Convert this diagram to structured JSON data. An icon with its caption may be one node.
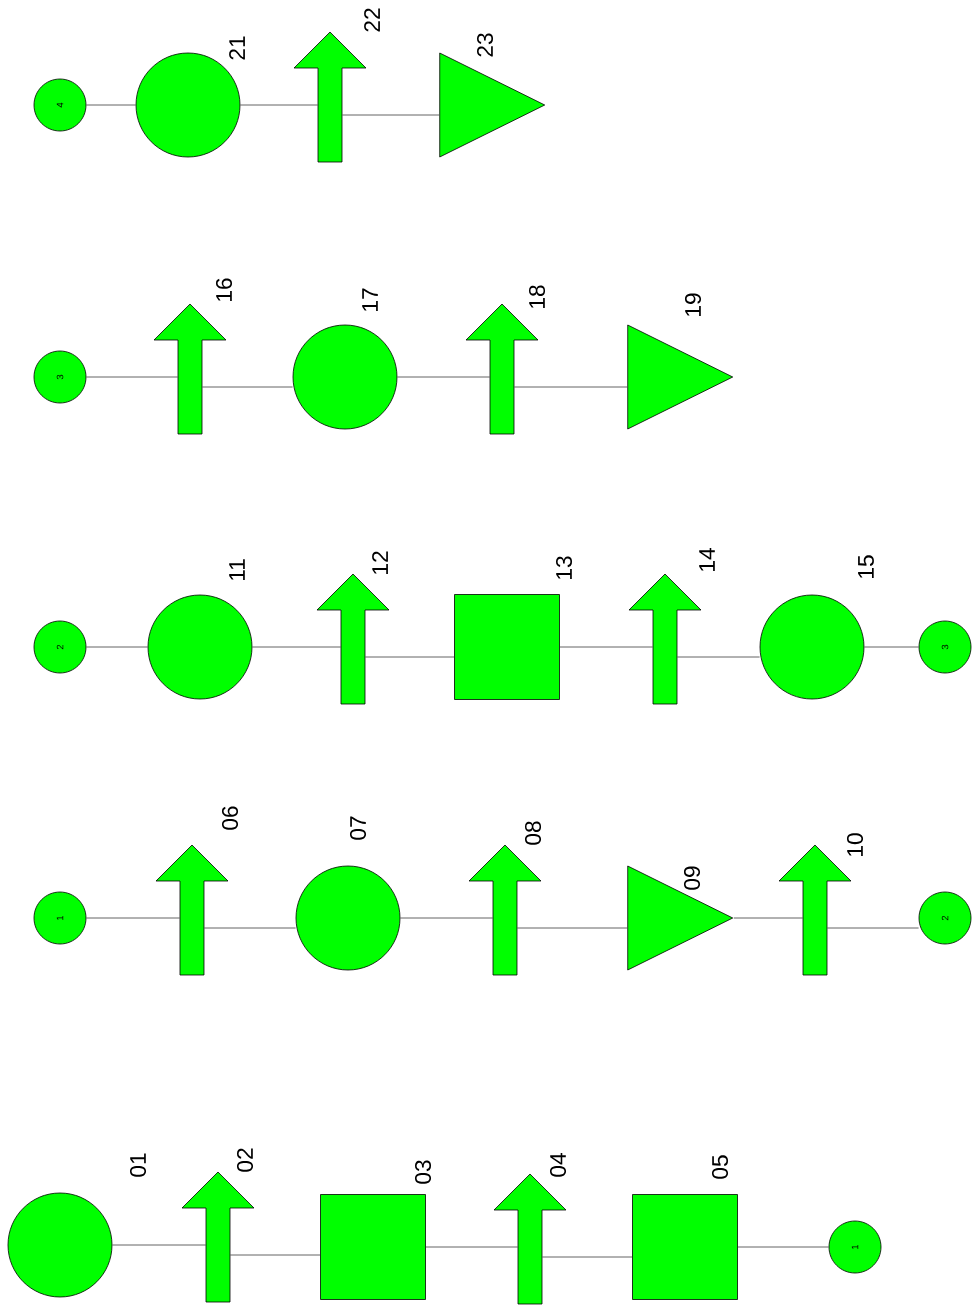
{
  "diagram": {
    "nodes": [
      {
        "text": [],
        "shape": "circle",
        "beside": [
          "01"
        ]
      },
      {
        "text": [],
        "shape": "arrow",
        "beside": [
          "02"
        ]
      },
      {
        "text": [],
        "shape": "box",
        "beside": [
          "03"
        ]
      },
      {
        "text": [],
        "shape": "arrow",
        "beside": [
          "04"
        ]
      },
      {
        "text": [],
        "shape": "box",
        "beside": [
          "05"
        ]
      },
      {
        "text": [
          "1"
        ]
      },
      {
        "text": [
          "1"
        ]
      },
      {
        "text": [],
        "shape": "arrow",
        "beside": [
          "06"
        ]
      },
      {
        "text": [],
        "shape": "circle",
        "beside": [
          "07"
        ]
      },
      {
        "text": [],
        "shape": "arrow",
        "beside": [
          "08"
        ]
      },
      {
        "text": [],
        "shape": "triangle",
        "beside": [
          "09"
        ]
      },
      {
        "text": [],
        "shape": "arrow",
        "beside": [
          "10"
        ]
      },
      {
        "text": [
          "2"
        ]
      },
      {
        "text": [
          "2"
        ]
      },
      {
        "text": [],
        "shape": "circle",
        "beside": [
          "11"
        ]
      },
      {
        "text": [],
        "shape": "arrow",
        "beside": [
          "12"
        ]
      },
      {
        "text": [],
        "shape": "box",
        "beside": [
          "13"
        ]
      },
      {
        "text": [],
        "shape": "arrow",
        "beside": [
          "14"
        ]
      },
      {
        "text": [],
        "shape": "circle",
        "beside": [
          "15"
        ]
      },
      {
        "text": [
          "3"
        ]
      },
      {
        "text": [
          "3"
        ]
      },
      {
        "text": [],
        "shape": "arrow",
        "beside": [
          "16"
        ]
      },
      {
        "text": [],
        "shape": "circle",
        "beside": [
          "17"
        ]
      },
      {
        "text": [],
        "shape": "arrow",
        "beside": [
          "18"
        ]
      },
      {
        "text": [],
        "shape": "triangle",
        "beside": [
          "19"
        ]
      },
      {
        "text": [
          "4"
        ]
      },
      {
        "text": [],
        "shape": "circle",
        "beside": [
          "21"
        ]
      },
      {
        "text": [],
        "shape": "arrow",
        "beside": [
          "22"
        ]
      },
      {
        "text": [],
        "shape": "triangle",
        "beside": [
          "23"
        ]
      }
    ],
    "edges": [
      {
        "from": 0,
        "to": 1,
        "arrow": "none"
      },
      {
        "from": 1,
        "to": 2,
        "arrow": "none"
      },
      {
        "from": 2,
        "to": 3,
        "arrow": "none"
      },
      {
        "from": 3,
        "to": 4,
        "arrow": "none"
      },
      {
        "from": 4,
        "to": 5,
        "arrow": "none"
      },
      {
        "from": 6,
        "to": 7,
        "arrow": "none"
      },
      {
        "from": 7,
        "to": 8,
        "arrow": "none"
      },
      {
        "from": 8,
        "to": 9,
        "arrow": "none"
      },
      {
        "from": 9,
        "to": 10,
        "arrow": "none"
      },
      {
        "from": 10,
        "to": 11,
        "arrow": "none"
      },
      {
        "from": 11,
        "to": 12,
        "arrow": "none"
      },
      {
        "from": 13,
        "to": 14,
        "arrow": "none"
      },
      {
        "from": 14,
        "to": 15,
        "arrow": "none"
      },
      {
        "from": 15,
        "to": 16,
        "arrow": "none"
      },
      {
        "from": 16,
        "to": 17,
        "arrow": "none"
      },
      {
        "from": 17,
        "to": 18,
        "arrow": "none"
      },
      {
        "from": 18,
        "to": 19,
        "arrow": "none"
      },
      {
        "from": 20,
        "to": 21,
        "arrow": "none"
      },
      {
        "from": 21,
        "to": 22,
        "arrow": "none"
      },
      {
        "from": 22,
        "to": 23,
        "arrow": "none"
      },
      {
        "from": 23,
        "to": 24,
        "arrow": "none"
      },
      {
        "from": 25,
        "to": 26,
        "arrow": "none"
      },
      {
        "from": 26,
        "to": 27,
        "arrow": "none"
      },
      {
        "from": 27,
        "to": 28,
        "arrow": "none"
      }
    ]
  }
}
